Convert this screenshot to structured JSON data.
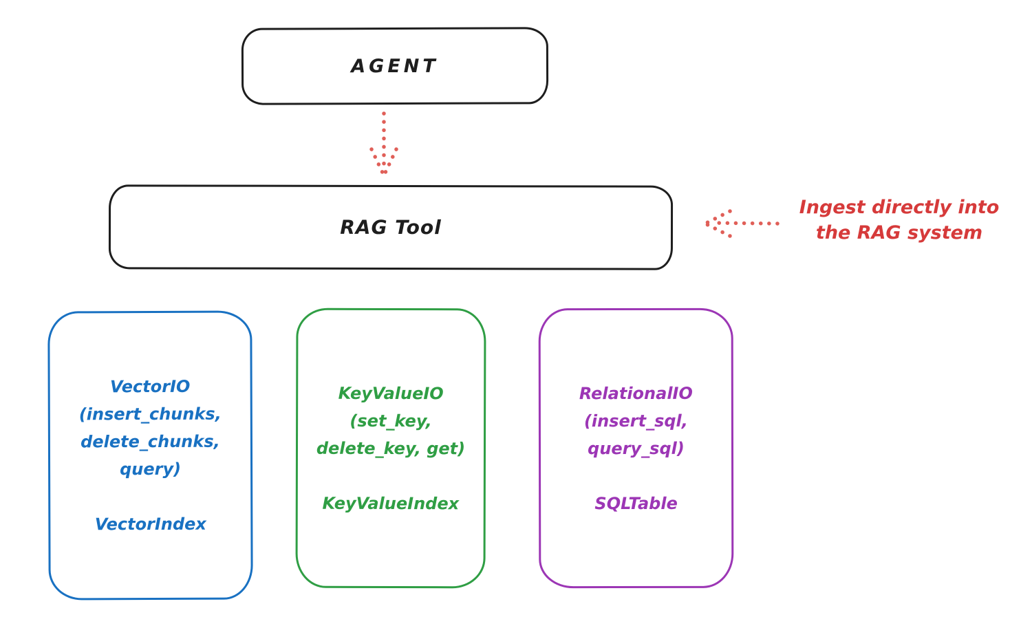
{
  "diagram": {
    "agent_box": {
      "label": "AGENT"
    },
    "rag_tool_box": {
      "label": "RAG Tool"
    },
    "annotation": {
      "line1": "Ingest directly into",
      "line2": "the RAG system"
    },
    "io_boxes": [
      {
        "name": "vector-io",
        "color": "#1971c2",
        "lines": [
          "VectorIO",
          "(insert_chunks,",
          "delete_chunks,",
          "query)"
        ],
        "index_label": "VectorIndex"
      },
      {
        "name": "keyvalue-io",
        "color": "#2f9e44",
        "lines": [
          "KeyValueIO",
          "(set_key,",
          "delete_key, get)"
        ],
        "index_label": "KeyValueIndex"
      },
      {
        "name": "relational-io",
        "color": "#9c36b5",
        "lines": [
          "RelationalIO",
          "(insert_sql,",
          "query_sql)"
        ],
        "index_label": "SQLTable"
      }
    ],
    "colors": {
      "box_stroke_black": "#1e1e1e",
      "annotation_red": "#d63a3a",
      "arrow_red": "#e05f58",
      "vector_blue": "#1971c2",
      "keyvalue_green": "#2f9e44",
      "relational_purple": "#9c36b5",
      "background": "#ffffff"
    }
  }
}
